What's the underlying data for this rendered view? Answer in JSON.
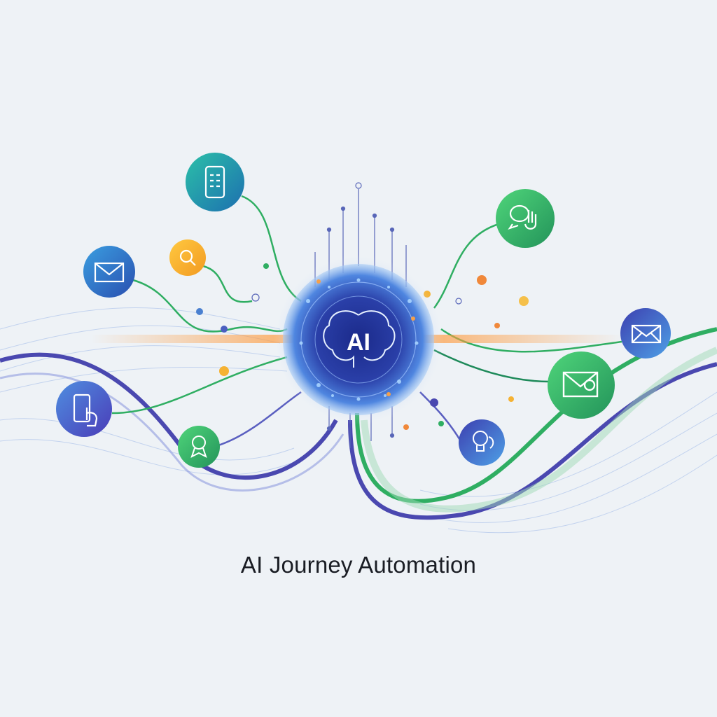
{
  "title": "AI Journey Automation",
  "hub": {
    "label": "AI",
    "icon": "brain-icon"
  },
  "nodes": [
    {
      "id": "mobile-app",
      "icon": "mobile-app-icon",
      "color": "#1fa39b"
    },
    {
      "id": "email-left",
      "icon": "envelope-icon",
      "color": "#2f78c4"
    },
    {
      "id": "search",
      "icon": "search-icon",
      "color": "#f5b233"
    },
    {
      "id": "chat",
      "icon": "chat-hand-icon",
      "color": "#34b86a"
    },
    {
      "id": "email-right",
      "icon": "envelope-icon",
      "color": "#3f5fc8"
    },
    {
      "id": "email-badge",
      "icon": "envelope-badge-icon",
      "color": "#35b566"
    },
    {
      "id": "touch-phone",
      "icon": "touch-phone-icon",
      "color": "#4a58c8"
    },
    {
      "id": "award",
      "icon": "award-badge-icon",
      "color": "#3bb06a"
    },
    {
      "id": "idea",
      "icon": "lightbulb-head-icon",
      "color": "#3a6cc8"
    }
  ],
  "colors": {
    "background": "#eef2f6",
    "green": "#2fae62",
    "indigo": "#4a48b0",
    "glow": "#ff9a3c"
  }
}
